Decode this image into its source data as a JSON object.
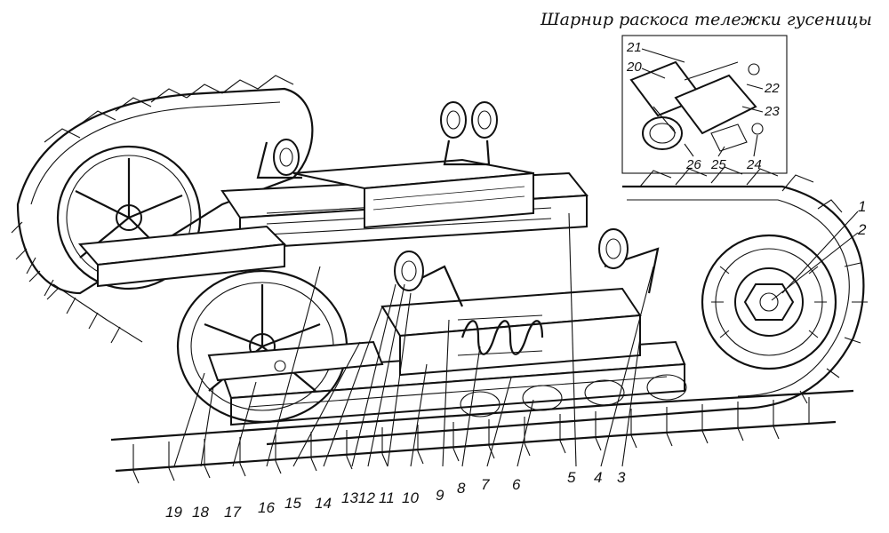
{
  "inset": {
    "title": "Шарнир раскоса тележки гусеницы",
    "labels": [
      "21",
      "20",
      "22",
      "23",
      "26",
      "25",
      "24"
    ]
  },
  "callouts": [
    "1",
    "2",
    "3",
    "4",
    "5",
    "6",
    "7",
    "8",
    "9",
    "10",
    "11",
    "12",
    "13",
    "14",
    "15",
    "16",
    "17",
    "18",
    "19"
  ]
}
